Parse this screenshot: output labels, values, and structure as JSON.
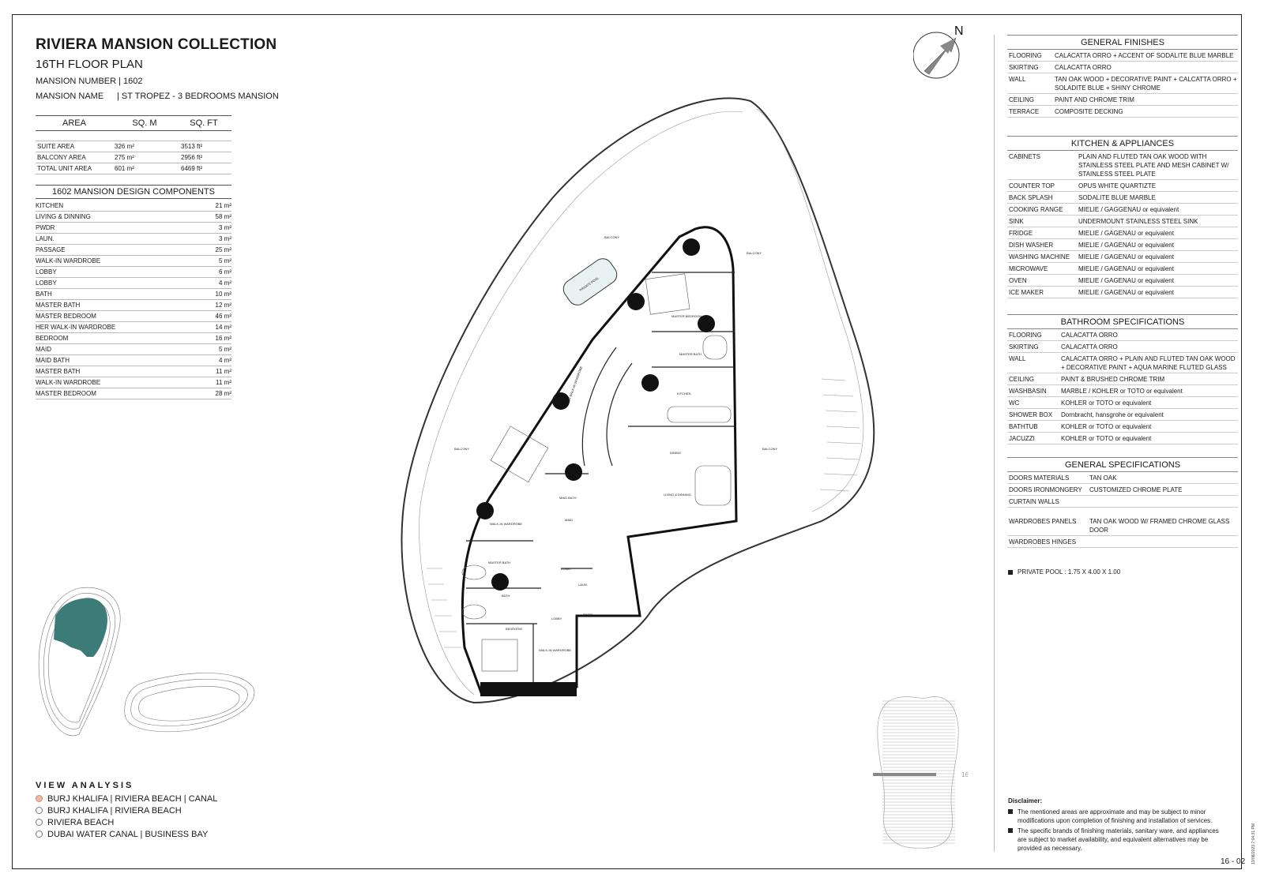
{
  "header": {
    "title": "RIVIERA MANSION COLLECTION",
    "subtitle": "16TH FLOOR PLAN",
    "mansion_number": "MANSION NUMBER | 1602",
    "mansion_name_label": "MANSION NAME",
    "mansion_name_value": "| ST TROPEZ - 3 BEDROOMS MANSION"
  },
  "area_table": {
    "headers": [
      "AREA",
      "SQ. M",
      "SQ. FT"
    ],
    "rows": [
      {
        "name": "SUITE AREA",
        "sqm": "326 m²",
        "sqft": "3513 ft²"
      },
      {
        "name": "BALCONY AREA",
        "sqm": "275 m²",
        "sqft": "2956 ft²"
      },
      {
        "name": "TOTAL UNIT AREA",
        "sqm": "601 m²",
        "sqft": "6469 ft²"
      }
    ]
  },
  "components": {
    "title": "1602 MANSION DESIGN COMPONENTS",
    "rows": [
      {
        "name": "KITCHEN",
        "area": "21 m²"
      },
      {
        "name": "LIVING & DINNING",
        "area": "58 m²"
      },
      {
        "name": "PWDR",
        "area": "3 m²"
      },
      {
        "name": "LAUN.",
        "area": "3 m²"
      },
      {
        "name": "PASSAGE",
        "area": "25 m²"
      },
      {
        "name": "WALK-IN WARDROBE",
        "area": "5 m²"
      },
      {
        "name": "LOBBY",
        "area": "6 m²"
      },
      {
        "name": "LOBBY",
        "area": "4 m²"
      },
      {
        "name": "BATH",
        "area": "10 m²"
      },
      {
        "name": "MASTER BATH",
        "area": "12 m²"
      },
      {
        "name": "MASTER BEDROOM",
        "area": "46 m²"
      },
      {
        "name": "HER WALK-IN WARDROBE",
        "area": "14 m²"
      },
      {
        "name": "BEDROOM",
        "area": "16 m²"
      },
      {
        "name": "MAID",
        "area": "5 m²"
      },
      {
        "name": "MAID BATH",
        "area": "4 m²"
      },
      {
        "name": "MASTER BATH",
        "area": "11 m²"
      },
      {
        "name": "WALK-IN WARDROBE",
        "area": "11 m²"
      },
      {
        "name": "MASTER BEDROOM",
        "area": "28 m²"
      }
    ]
  },
  "general_finishes": {
    "title": "GENERAL FINISHES",
    "rows": [
      {
        "k": "FLOORING",
        "v": "CALACATTA ORRO + ACCENT OF SODALITE BLUE MARBLE"
      },
      {
        "k": "SKIRTING",
        "v": "CALACATTA ORRO"
      },
      {
        "k": "WALL",
        "v": "TAN OAK WOOD + DECORATIVE PAINT + CALCATTA ORRO + SOLADITE BLUE + SHINY CHROME"
      },
      {
        "k": "CEILING",
        "v": "PAINT AND CHROME TRIM"
      },
      {
        "k": "TERRACE",
        "v": "COMPOSITE DECKING"
      }
    ]
  },
  "kitchen": {
    "title": "KITCHEN & APPLIANCES",
    "rows": [
      {
        "k": "CABINETS",
        "v": "PLAIN AND FLUTED TAN OAK WOOD WITH STAINLESS STEEL PLATE AND MESH CABINET W/ STAINLESS STEEL PLATE"
      },
      {
        "k": "COUNTER TOP",
        "v": "OPUS WHITE QUARTIZTE"
      },
      {
        "k": "BACK SPLASH",
        "v": "SODALITE BLUE MARBLE"
      },
      {
        "k": "COOKING RANGE",
        "v": "MIELIE / GAGGENAU or equivalent"
      },
      {
        "k": "SINK",
        "v": "UNDERMOUNT STAINLESS STEEL SINK"
      },
      {
        "k": "FRIDGE",
        "v": "MIELIE / GAGENAU or equivalent"
      },
      {
        "k": "DISH WASHER",
        "v": "MIELIE / GAGENAU or equivalent"
      },
      {
        "k": "WASHING MACHINE",
        "v": "MIELIE / GAGENAU or equivalent"
      },
      {
        "k": "MICROWAVE",
        "v": "MIELIE / GAGENAU or equivalent"
      },
      {
        "k": "OVEN",
        "v": "MIELIE / GAGENAU or equivalent"
      },
      {
        "k": "ICE MAKER",
        "v": "MIELIE / GAGENAU or equivalent"
      }
    ]
  },
  "bathroom": {
    "title": "BATHROOM SPECIFICATIONS",
    "rows": [
      {
        "k": "FLOORING",
        "v": "CALACATTA ORRO"
      },
      {
        "k": "SKIRTING",
        "v": "CALACATTA ORRO"
      },
      {
        "k": "WALL",
        "v": "CALACATTA ORRO + PLAIN AND FLUTED TAN OAK WOOD + DECORATIVE PAINT + AQUA MARINE FLUTED GLASS"
      },
      {
        "k": "CEILING",
        "v": "PAINT & BRUSHED CHROME TRIM"
      },
      {
        "k": "WASHBASIN",
        "v": "MARBLE / KOHLER or TOTO or equivalent"
      },
      {
        "k": "WC",
        "v": "KOHLER or TOTO or equivalent"
      },
      {
        "k": "SHOWER BOX",
        "v": "Dornbracht, hansgrohe or equivalent"
      },
      {
        "k": "BATHTUB",
        "v": "KOHLER or TOTO or equivalent"
      },
      {
        "k": "JACUZZI",
        "v": "KOHLER or TOTO or equivalent"
      }
    ]
  },
  "general_specs": {
    "title": "GENERAL SPECIFICATIONS",
    "rows": [
      {
        "k": "DOORS MATERIALS",
        "v": "TAN OAK"
      },
      {
        "k": "DOORS IRONMONGERY",
        "v": "CUSTOMIZED CHROME PLATE"
      },
      {
        "k": "CURTAIN WALLS",
        "v": ""
      },
      {
        "k": "WARDROBES PANELS",
        "v": "TAN OAK WOOD W/ FRAMED CHROME GLASS DOOR"
      },
      {
        "k": "WARDROBES HINGES",
        "v": ""
      }
    ]
  },
  "private_pool": "PRIVATE POOL : 1.75 X 4.00 X 1.00",
  "view_analysis": {
    "title": "VIEW ANALYSIS",
    "items": [
      {
        "label": "BURJ KHALIFA | RIVIERA BEACH | CANAL",
        "selected": true
      },
      {
        "label": "BURJ KHALIFA | RIVIERA BEACH",
        "selected": false
      },
      {
        "label": "RIVIERA BEACH",
        "selected": false
      },
      {
        "label": "DUBAI WATER CANAL | BUSINESS BAY",
        "selected": false
      }
    ]
  },
  "disclaimer": {
    "title": "Disclaimer:",
    "items": [
      "The mentioned areas are approximate and may be subject to minor modifications  upon completion of finishing and installation of services.",
      "The specific brands of finishing materials, sanitary ware, and appliances are subject to market availability, and equivalent alternatives may be provided as necessary."
    ]
  },
  "compass_label": "N",
  "floor_marker": "16",
  "page_number": "16 - 02",
  "print_stamp": "13/08/2023 7:04:31 PM",
  "plan_labels": {
    "balcony": "BALCONY",
    "master_bedroom": "MASTER BEDROOM",
    "master_bath": "MASTER BATH",
    "kitchen": "KITCHEN",
    "dining": "DINING",
    "living": "LIVING & DINNING",
    "walk_in_wardrobe": "WALK-IN WARDROBE",
    "her_walk_in": "HER WALK-IN WARDROBE",
    "bath": "BATH",
    "bedroom": "BEDROOM",
    "lobby": "LOBBY",
    "maid": "MAID",
    "maid_bath": "MAID BATH",
    "laun": "LAUN.",
    "pwdr": "PWDR",
    "private_pool": "PRIVATE POOL"
  },
  "colors": {
    "accent_teal": "#3d7b78",
    "selected_radio": "#f0b9a0"
  }
}
